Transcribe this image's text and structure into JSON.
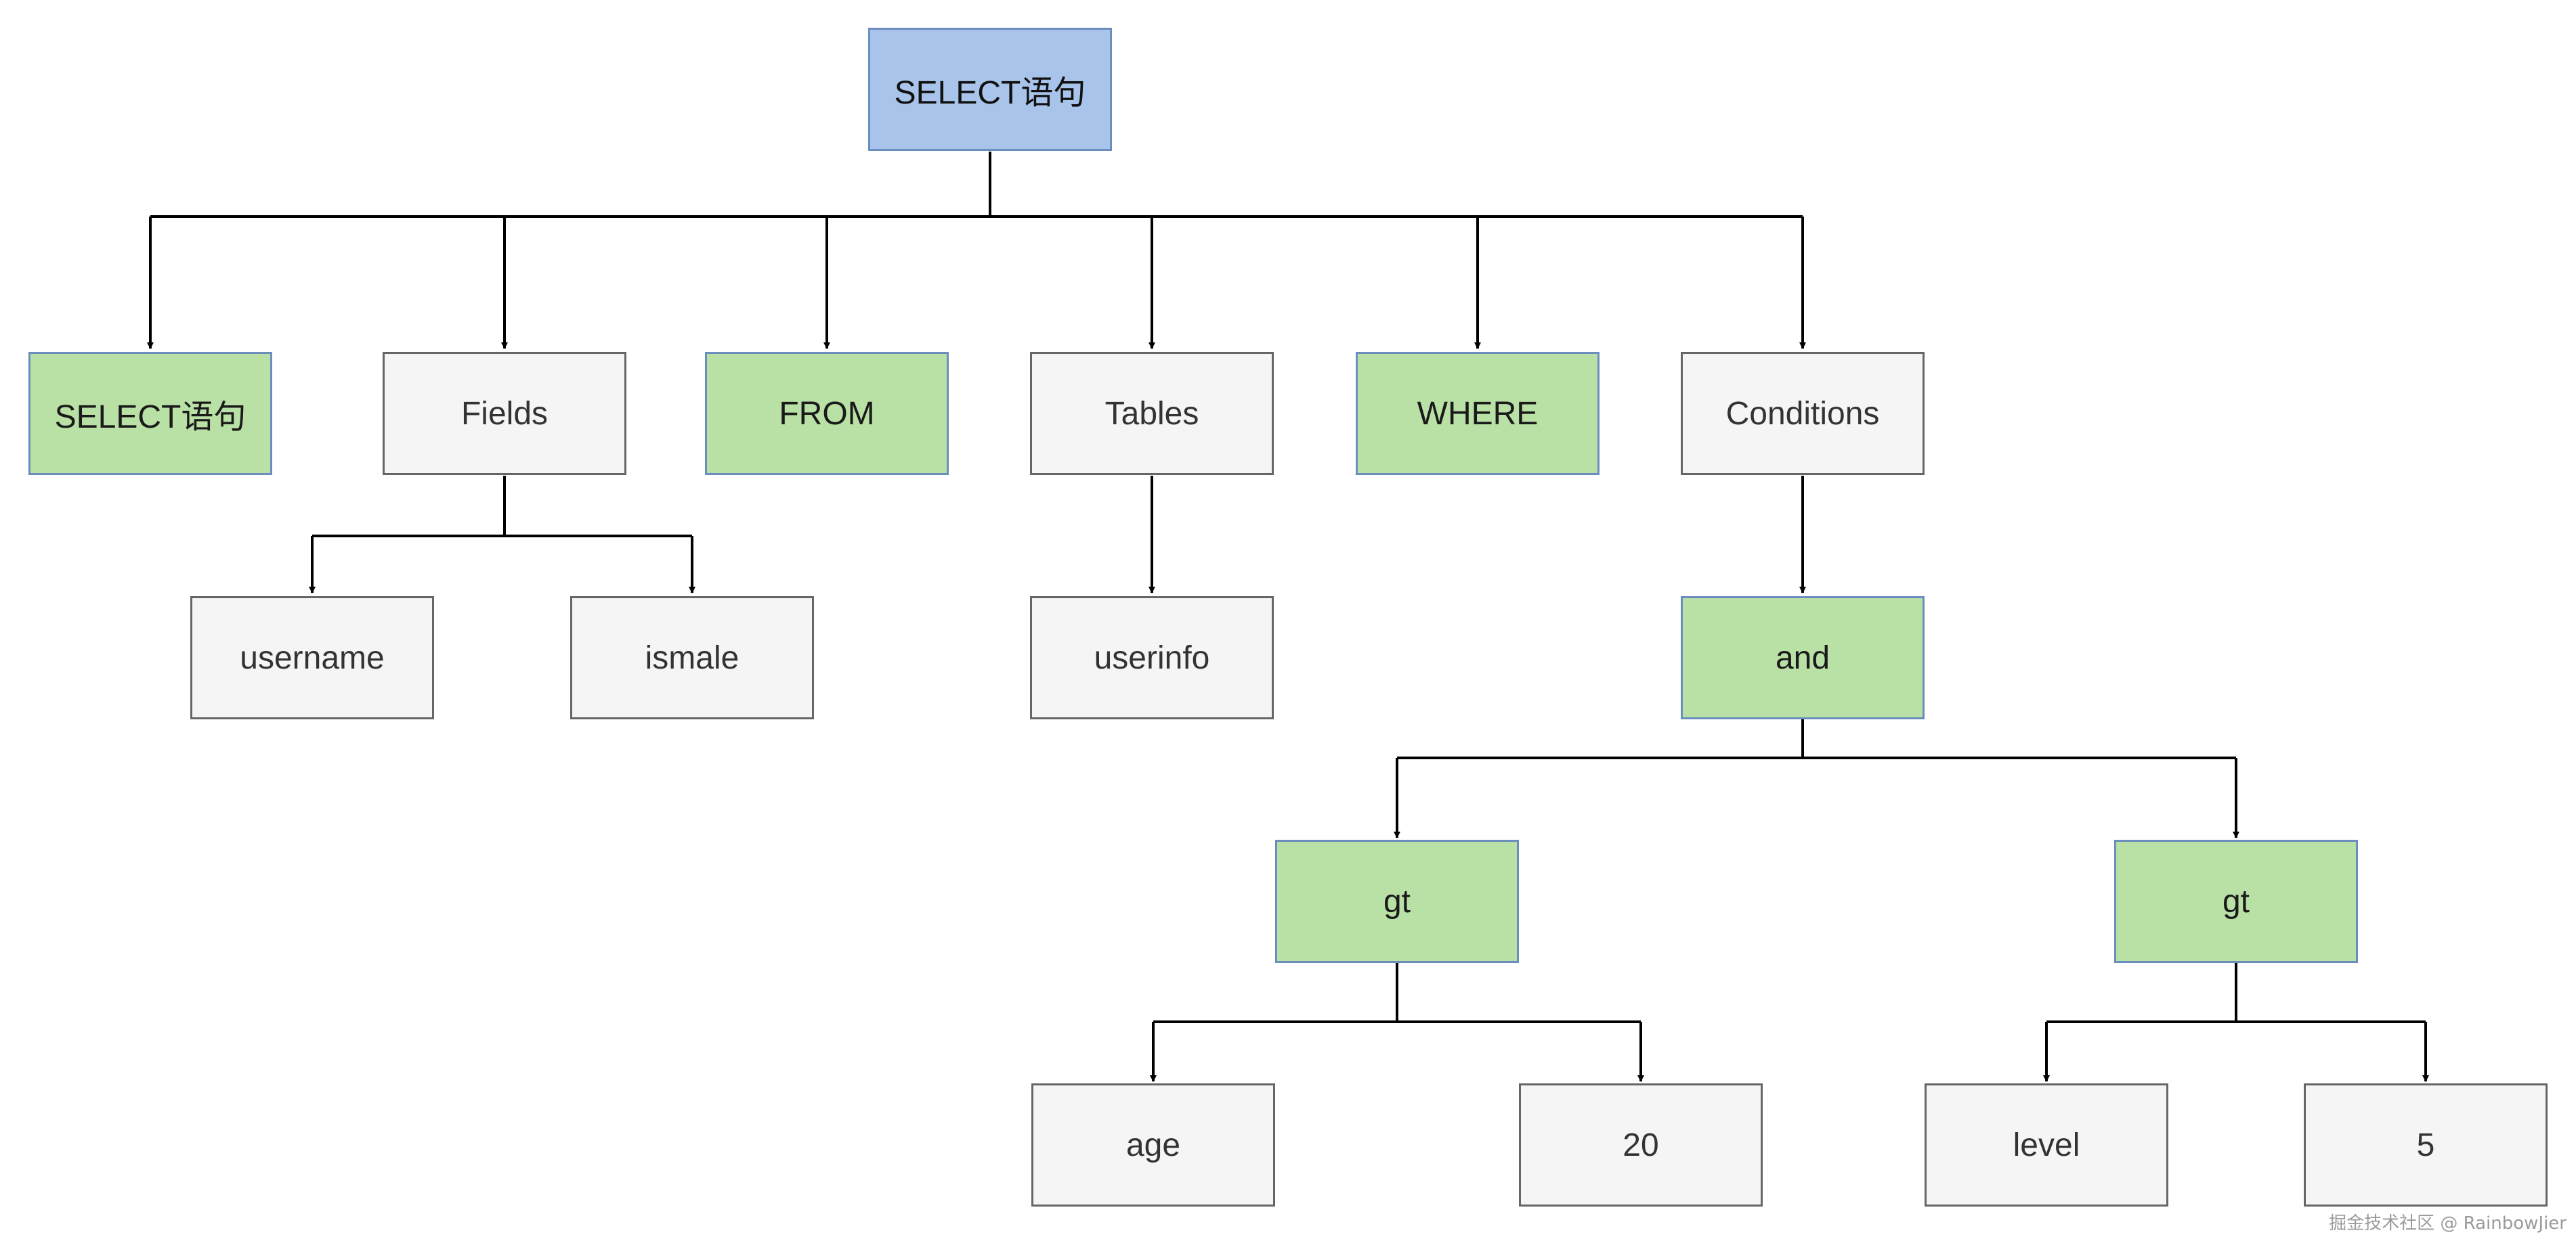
{
  "nodes": {
    "root": "SELECT语句",
    "select": "SELECT语句",
    "fields": "Fields",
    "from": "FROM",
    "tables": "Tables",
    "where": "WHERE",
    "conditions": "Conditions",
    "username": "username",
    "ismale": "ismale",
    "userinfo": "userinfo",
    "and": "and",
    "gt_left": "gt",
    "gt_right": "gt",
    "age": "age",
    "num_20": "20",
    "level": "level",
    "num_5": "5"
  },
  "colors": {
    "keyword_fill": "#b9e0a5",
    "root_fill": "#a9c4eb",
    "identifier_fill": "#f5f5f5",
    "blue_border": "#6c8ebf",
    "gray_border": "#666666",
    "connector": "#000000"
  },
  "watermark": "掘金技术社区 @ RainbowJier"
}
